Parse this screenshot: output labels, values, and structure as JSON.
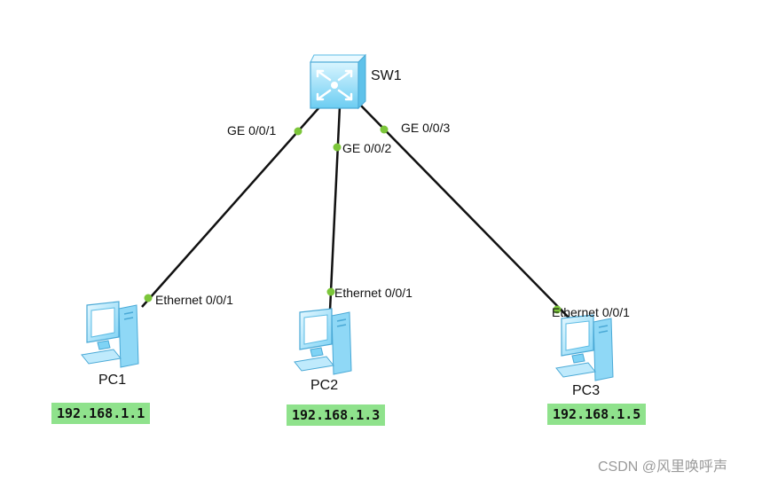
{
  "switch": {
    "name": "SW1",
    "icon": "network-switch-icon"
  },
  "links": [
    {
      "switch_port": "GE 0/0/1",
      "pc_port": "Ethernet 0/0/1"
    },
    {
      "switch_port": "GE 0/0/2",
      "pc_port": "Ethernet 0/0/1"
    },
    {
      "switch_port": "GE 0/0/3",
      "pc_port": "Ethernet 0/0/1"
    }
  ],
  "pcs": [
    {
      "name": "PC1",
      "ip": "192.168.1.1",
      "icon": "pc-icon"
    },
    {
      "name": "PC2",
      "ip": "192.168.1.3",
      "icon": "pc-icon"
    },
    {
      "name": "PC3",
      "ip": "192.168.1.5",
      "icon": "pc-icon"
    }
  ],
  "watermark": "CSDN @风里唤呼声",
  "colors": {
    "link": "#111111",
    "port_dot": "#7cc63a",
    "ip_label_bg": "#8fe28c",
    "device": "#7fd3f5"
  }
}
